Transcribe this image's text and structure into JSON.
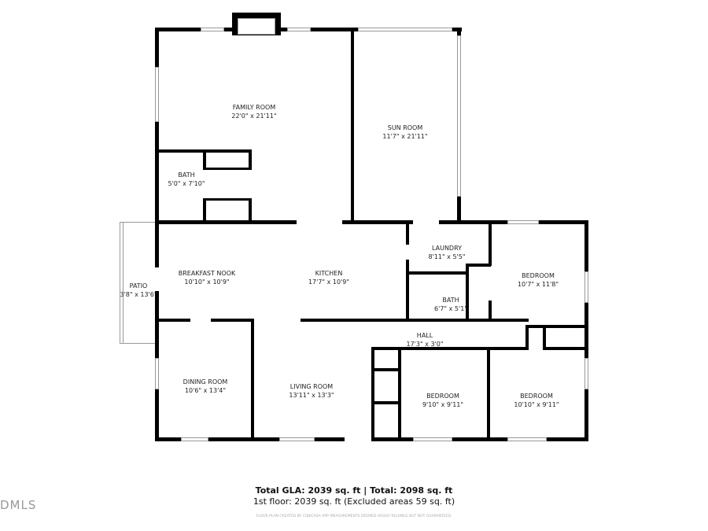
{
  "rooms": [
    {
      "name": "FAMILY ROOM",
      "dims": "22'0\" x 21'11\""
    },
    {
      "name": "SUN ROOM",
      "dims": "11'7\" x 21'11\""
    },
    {
      "name": "BATH",
      "dims": "5'0\" x 7'10\""
    },
    {
      "name": "BREAKFAST NOOK",
      "dims": "10'10\" x 10'9\""
    },
    {
      "name": "KITCHEN",
      "dims": "17'7\" x 10'9\""
    },
    {
      "name": "LAUNDRY",
      "dims": "8'11\" x 5'5\""
    },
    {
      "name": "BEDROOM",
      "dims": "10'7\" x 11'8\""
    },
    {
      "name": "BATH",
      "dims": "6'7\" x 5'1\""
    },
    {
      "name": "PATIO",
      "dims": "3'8\" x 13'6\""
    },
    {
      "name": "HALL",
      "dims": "17'3\" x 3'0\""
    },
    {
      "name": "DINING ROOM",
      "dims": "10'6\" x 13'4\""
    },
    {
      "name": "LIVING ROOM",
      "dims": "13'11\" x 13'3\""
    },
    {
      "name": "BEDROOM",
      "dims": "9'10\" x 9'11\""
    },
    {
      "name": "BEDROOM",
      "dims": "10'10\" x 9'11\""
    }
  ],
  "footer": {
    "totals": "Total GLA: 2039 sq. ft | Total: 2098 sq. ft",
    "floor": "1st floor: 2039 sq. ft (Excluded areas 59 sq. ft)",
    "disclaimer": "FLOOR PLAN CREATED BY CUBICASA APP. MEASUREMENTS DEEMED HIGHLY RELIABLE BUT NOT GUARANTEED."
  },
  "watermark": "DMLS"
}
